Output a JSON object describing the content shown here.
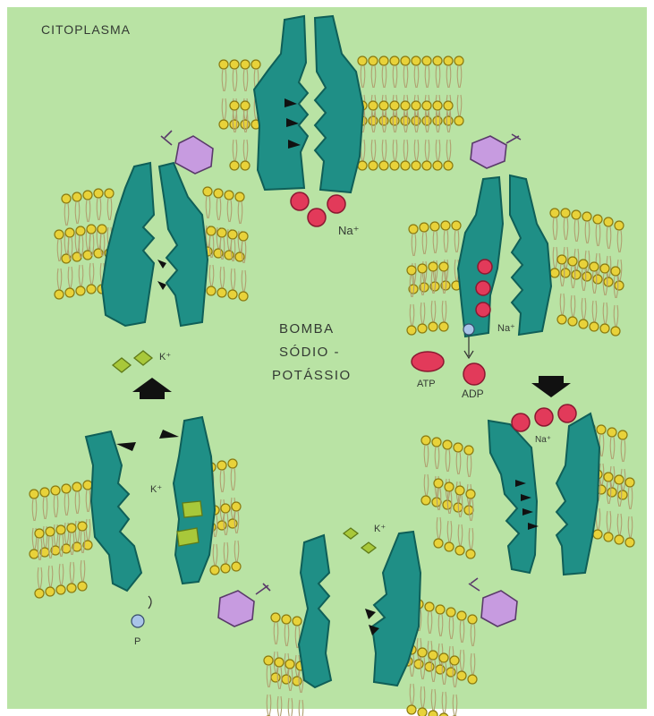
{
  "labels": {
    "region": "CITOPLASMA",
    "title_line1": "BOMBA",
    "title_line2": "SÓDIO -",
    "title_line3": "POTÁSSIO",
    "na_top": "Na⁺",
    "na_right": "Na⁺",
    "na_lower_right": "Na⁺",
    "atp": "ATP",
    "adp": "ADP",
    "k_left": "K⁺",
    "k_lower_left": "K⁺",
    "k_bottom": "K⁺",
    "phosphate": "P"
  },
  "colors": {
    "background": "#b9e3a4",
    "protein": "#1f8f86",
    "sodium": "#e23a5a",
    "potassium": "#a8c83a",
    "lipid_head": "#e8d23a",
    "transition_arrow": "#c79be0"
  }
}
